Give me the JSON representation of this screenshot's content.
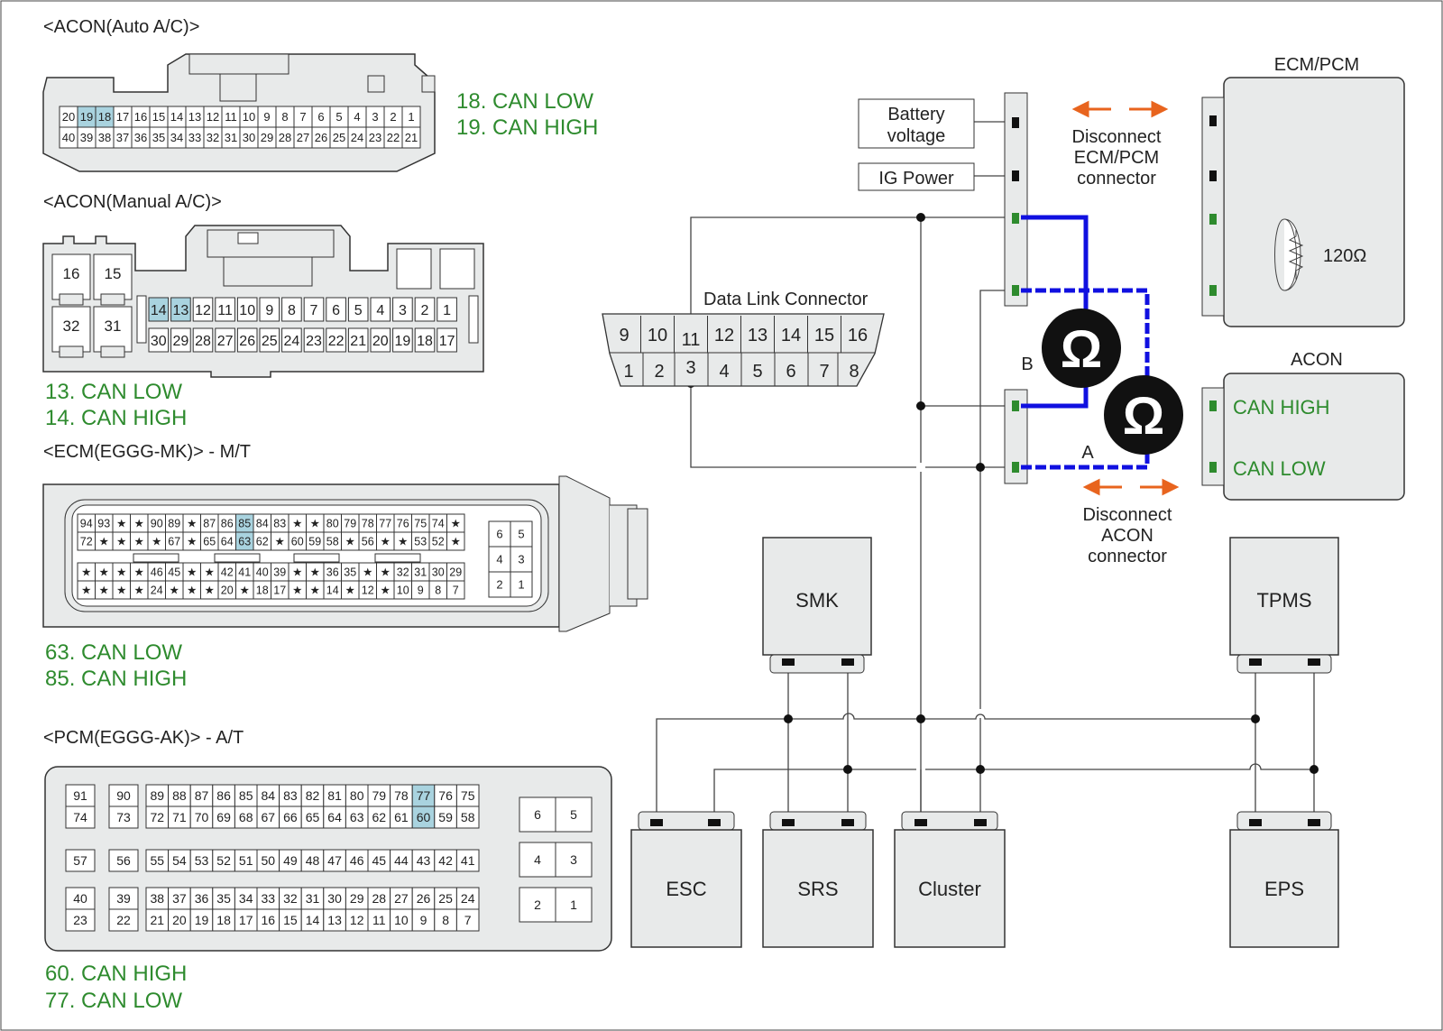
{
  "colors": {
    "connector_fill": "#e8eaea",
    "highlight_pin": "#a9d3df",
    "can_text": "#2e8b2e",
    "can_wire": "#1010e0",
    "arrow": "#e8641e",
    "pin_green": "#2e8b2e"
  },
  "left": {
    "acon_auto": {
      "title": "<ACON(Auto A/C)>",
      "row1": [
        "20",
        "19",
        "18",
        "17",
        "16",
        "15",
        "14",
        "13",
        "12",
        "11",
        "10",
        "9",
        "8",
        "7",
        "6",
        "5",
        "4",
        "3",
        "2",
        "1"
      ],
      "row2": [
        "40",
        "39",
        "38",
        "37",
        "36",
        "35",
        "34",
        "33",
        "32",
        "31",
        "30",
        "29",
        "28",
        "27",
        "26",
        "25",
        "24",
        "23",
        "22",
        "21"
      ],
      "highlight": [
        "19",
        "18"
      ],
      "legend": [
        "18. CAN LOW",
        "19. CAN HIGH"
      ]
    },
    "acon_manual": {
      "title": "<ACON(Manual A/C)>",
      "left_pins": [
        "16",
        "15",
        "32",
        "31"
      ],
      "row1": [
        "14",
        "13",
        "12",
        "11",
        "10",
        "9",
        "8",
        "7",
        "6",
        "5",
        "4",
        "3",
        "2",
        "1"
      ],
      "row2": [
        "30",
        "29",
        "28",
        "27",
        "26",
        "25",
        "24",
        "23",
        "22",
        "21",
        "20",
        "19",
        "18",
        "17"
      ],
      "highlight": [
        "14",
        "13"
      ],
      "legend": [
        "13. CAN LOW",
        "14. CAN HIGH"
      ]
    },
    "ecm": {
      "title": "<ECM(EGGG-MK)> - M/T",
      "row1": [
        "94",
        "93",
        "★",
        "★",
        "90",
        "89",
        "★",
        "87",
        "86",
        "85",
        "84",
        "83",
        "★",
        "★",
        "80",
        "79",
        "78",
        "77",
        "76",
        "75",
        "74",
        "★"
      ],
      "row2": [
        "72",
        "★",
        "★",
        "★",
        "★",
        "67",
        "★",
        "65",
        "64",
        "63",
        "62",
        "★",
        "60",
        "59",
        "58",
        "★",
        "56",
        "★",
        "★",
        "53",
        "52",
        "★"
      ],
      "row3": [
        "★",
        "★",
        "★",
        "★",
        "46",
        "45",
        "★",
        "★",
        "42",
        "41",
        "40",
        "39",
        "★",
        "★",
        "36",
        "35",
        "★",
        "★",
        "32",
        "31",
        "30",
        "29"
      ],
      "row4": [
        "★",
        "★",
        "★",
        "★",
        "24",
        "★",
        "★",
        "★",
        "20",
        "★",
        "18",
        "17",
        "★",
        "★",
        "14",
        "★",
        "12",
        "★",
        "10",
        "9",
        "8",
        "7"
      ],
      "side": [
        "6",
        "5",
        "4",
        "3",
        "2",
        "1"
      ],
      "highlight": [
        "85",
        "63"
      ],
      "legend": [
        "63. CAN LOW",
        "85. CAN HIGH"
      ]
    },
    "pcm": {
      "title": "<PCM(EGGG-AK)> - A/T",
      "r1a": [
        "91"
      ],
      "r1b": [
        "90"
      ],
      "r1": [
        "89",
        "88",
        "87",
        "86",
        "85",
        "84",
        "83",
        "82",
        "81",
        "80",
        "79",
        "78",
        "77",
        "76",
        "75"
      ],
      "r2a": [
        "74"
      ],
      "r2b": [
        "73"
      ],
      "r2": [
        "72",
        "71",
        "70",
        "69",
        "68",
        "67",
        "66",
        "65",
        "64",
        "63",
        "62",
        "61",
        "60",
        "59",
        "58"
      ],
      "r3a": [
        "57"
      ],
      "r3b": [
        "56"
      ],
      "r3": [
        "55",
        "54",
        "53",
        "52",
        "51",
        "50",
        "49",
        "48",
        "47",
        "46",
        "45",
        "44",
        "43",
        "42",
        "41"
      ],
      "r4a": [
        "40"
      ],
      "r4b": [
        "39"
      ],
      "r4": [
        "38",
        "37",
        "36",
        "35",
        "34",
        "33",
        "32",
        "31",
        "30",
        "29",
        "28",
        "27",
        "26",
        "25",
        "24"
      ],
      "r5a": [
        "23"
      ],
      "r5b": [
        "22"
      ],
      "r5": [
        "21",
        "20",
        "19",
        "18",
        "17",
        "16",
        "15",
        "14",
        "13",
        "12",
        "11",
        "10",
        "9",
        "8",
        "7"
      ],
      "side": [
        "6",
        "5",
        "4",
        "3",
        "2",
        "1"
      ],
      "highlight": [
        "77",
        "60"
      ],
      "legend": [
        "60. CAN HIGH",
        "77. CAN LOW"
      ]
    }
  },
  "right": {
    "battery": "Battery\nvoltage",
    "ig_power": "IG Power",
    "dlc_label": "Data Link Connector",
    "dlc_top": [
      "9",
      "10",
      "11",
      "12",
      "13",
      "14",
      "15",
      "16"
    ],
    "dlc_bottom": [
      "1",
      "2",
      "3",
      "4",
      "5",
      "6",
      "7",
      "8"
    ],
    "disconnect_ecm": [
      "Disconnect",
      "ECM/PCM",
      "connector"
    ],
    "disconnect_acon": [
      "Disconnect",
      "ACON",
      "connector"
    ],
    "ecm_pcm": "ECM/PCM",
    "resistor": "120Ω",
    "acon": "ACON",
    "can_high": "CAN HIGH",
    "can_low": "CAN LOW",
    "meter_symbol": "Ω",
    "label_a": "A",
    "label_b": "B",
    "modules": {
      "smk": "SMK",
      "tpms": "TPMS",
      "esc": "ESC",
      "srs": "SRS",
      "cluster": "Cluster",
      "eps": "EPS"
    }
  }
}
